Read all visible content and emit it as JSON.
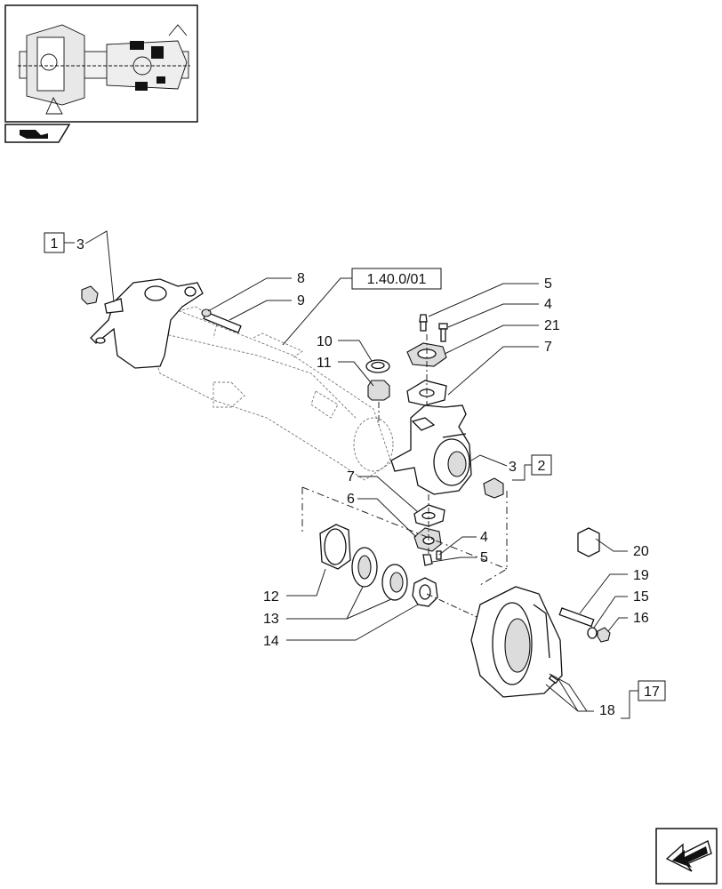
{
  "reference_label": "1.40.0/01",
  "boxed_callouts": [
    "1",
    "2",
    "17"
  ],
  "callouts": [
    "3",
    "8",
    "9",
    "10",
    "11",
    "5",
    "4",
    "21",
    "7",
    "3",
    "7",
    "6",
    "4",
    "5",
    "12",
    "13",
    "14",
    "20",
    "19",
    "15",
    "16",
    "18"
  ],
  "icons": {
    "thumbnail": "axle-overview-thumbnail",
    "tab_icon": "book-tab-icon",
    "nav": "previous-page-arrow-icon"
  }
}
